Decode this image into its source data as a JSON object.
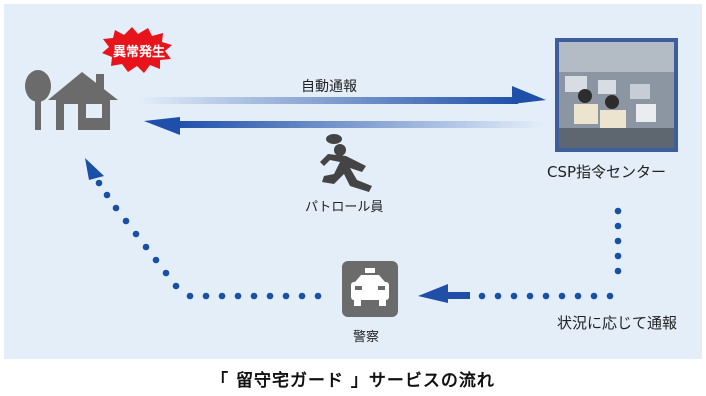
{
  "diagram": {
    "alert_badge": "異常発生",
    "auto_report": "自動通報",
    "center_label": "CSP指令センター",
    "patrol_label": "パトロール員",
    "report_label": "状況に応じて通報",
    "police_label": "警察",
    "caption": "「 留守宅ガード 」サービスの流れ"
  },
  "colors": {
    "background": "#e3eef8",
    "arrow_blue": "#1f4fa8",
    "dot_blue": "#1a4fa6",
    "icon_gray": "#6b6b6b",
    "badge_red": "#e8141c"
  }
}
